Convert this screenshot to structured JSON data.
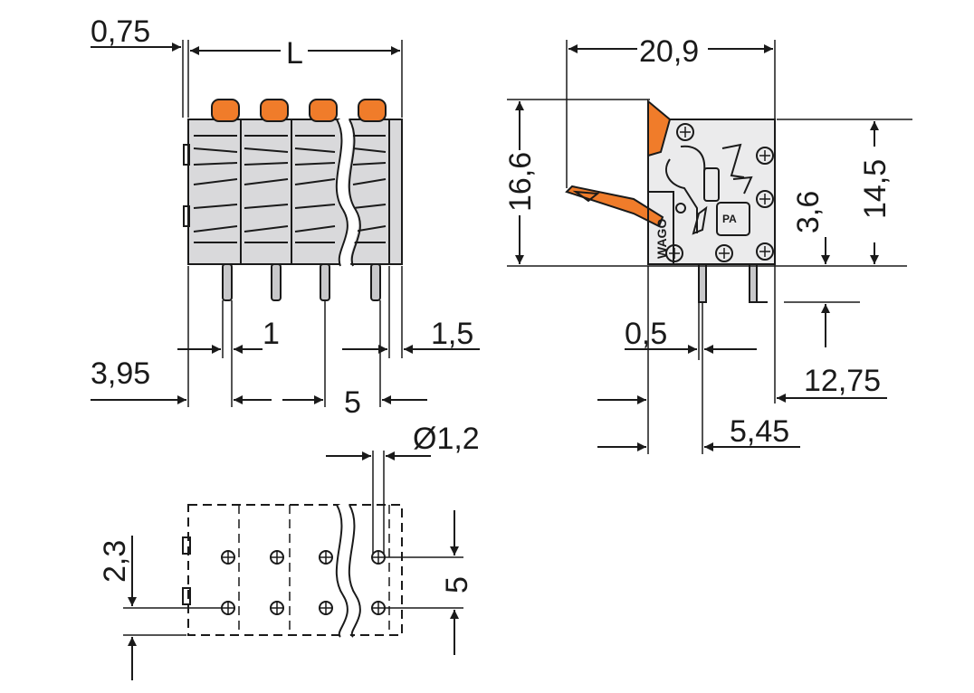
{
  "colors": {
    "line": "#1a1a1a",
    "housing": "#d9d9db",
    "lever": "#f07c2a",
    "background": "#ffffff"
  },
  "front_view": {
    "dim_075": "0,75",
    "dim_L": "L",
    "dim_1": "1",
    "dim_15": "1,5",
    "dim_395": "3,95",
    "dim_5": "5"
  },
  "side_view": {
    "dim_209": "20,9",
    "dim_166": "16,6",
    "dim_145": "14,5",
    "dim_36": "3,6",
    "dim_05": "0,5",
    "dim_1275": "12,75",
    "dim_545": "5,45",
    "label_pa": "PA",
    "logo_text": "WAGO"
  },
  "bottom_view": {
    "dim_diameter": "Ø1,2",
    "dim_23": "2,3",
    "dim_5v": "5"
  }
}
